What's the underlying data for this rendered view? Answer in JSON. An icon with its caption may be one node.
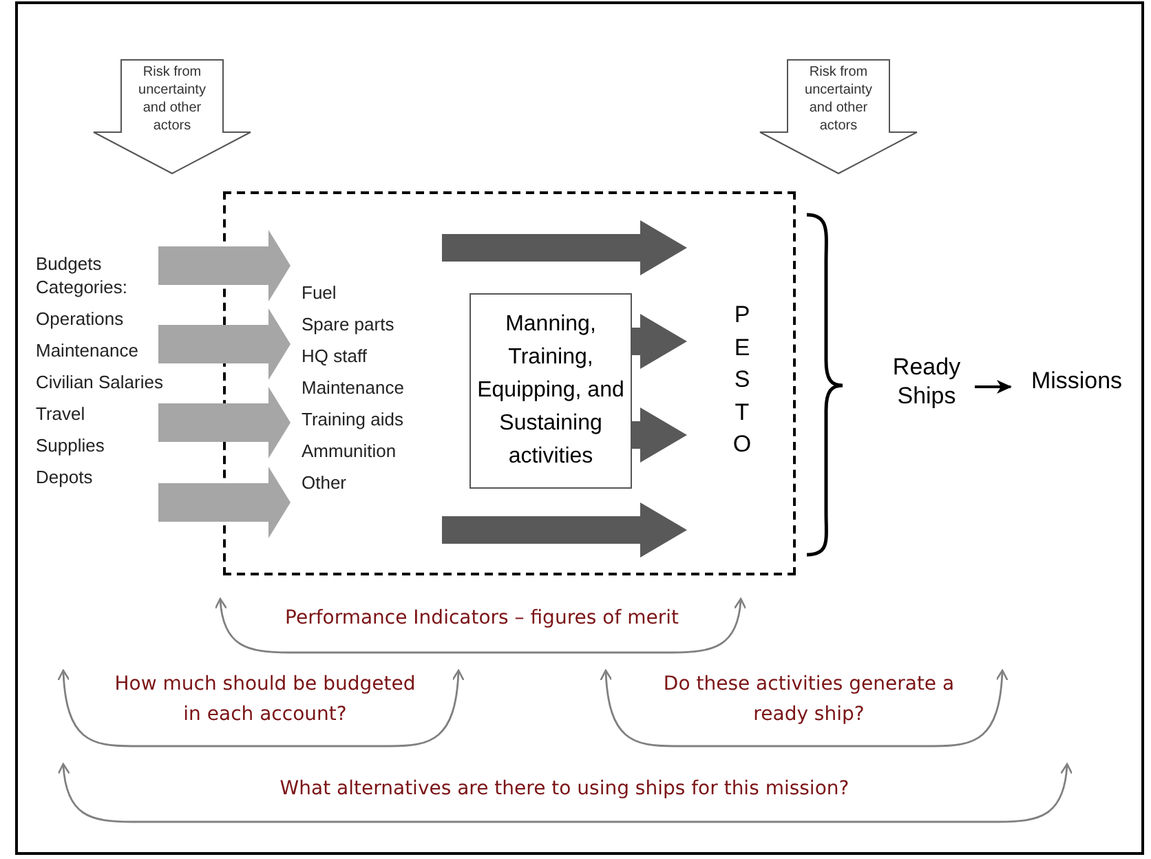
{
  "diagram": {
    "nodes": [
      {
        "text": [
          "Risk from uncertainty and other actors"
        ]
      },
      {
        "text": [
          "Risk from uncertainty and other actors"
        ]
      },
      {
        "text": [],
        "shape": "box"
      },
      {
        "text": [
          "Budgets Categories:",
          "Operations",
          "Maintenance",
          "Civilian Salaries",
          "Travel",
          "Supplies",
          "Depots"
        ]
      },
      {
        "text": [
          "Fuel",
          "Spare parts",
          "HQ staff",
          "Maintenance",
          "Training aids",
          "Ammunition",
          "Other"
        ],
        "in": 2
      },
      {
        "text": [
          "Manning, Training, Equipping, and Sustaining activities"
        ],
        "in": 2
      },
      {
        "text": [
          "P E S T O"
        ],
        "in": 2
      },
      {
        "text": [
          "Ready Ships"
        ]
      },
      {
        "text": [
          "Missions"
        ]
      }
    ],
    "edges": [
      {
        "from": 3,
        "to": 4,
        "arrow": "to",
        "style": "thick",
        "color": "#a6a6a6"
      },
      {
        "from": 3,
        "to": 4,
        "arrow": "to",
        "style": "thick",
        "color": "#a6a6a6"
      },
      {
        "from": 3,
        "to": 4,
        "arrow": "to",
        "style": "thick",
        "color": "#a6a6a6"
      },
      {
        "from": 3,
        "to": 4,
        "arrow": "to",
        "style": "thick",
        "color": "#a6a6a6"
      },
      {
        "from": 4,
        "to": 6,
        "arrow": "to",
        "style": "thick",
        "color": "#595959"
      },
      {
        "from": 5,
        "to": 6,
        "arrow": "to",
        "style": "thick",
        "color": "#595959"
      },
      {
        "from": 5,
        "to": 6,
        "arrow": "to",
        "style": "thick",
        "color": "#595959"
      },
      {
        "from": 4,
        "to": 6,
        "arrow": "to",
        "style": "thick",
        "color": "#595959"
      },
      {
        "from": 7,
        "to": 8,
        "arrow": "to",
        "color": "#000000"
      }
    ],
    "labels": [
      "Performance Indicators – figures of merit",
      "How much should be budgeted in each account?",
      "Do these activities generate a ready ship?",
      "What alternatives are there to using ships for this mission?"
    ]
  }
}
